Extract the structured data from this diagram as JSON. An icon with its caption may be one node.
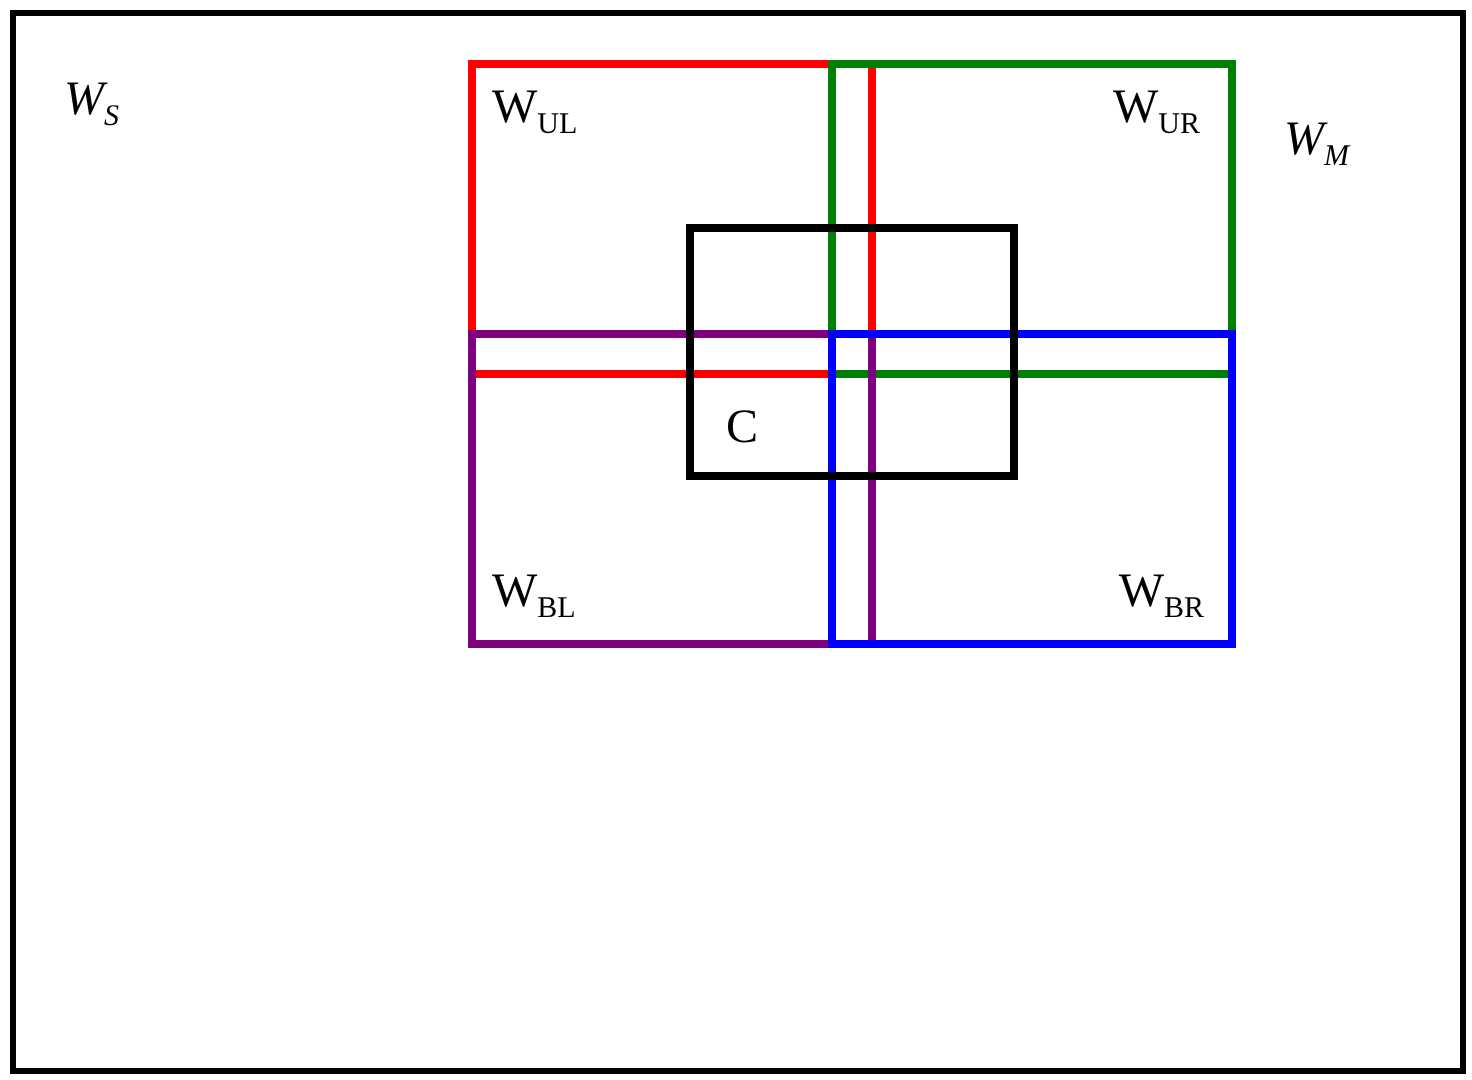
{
  "diagram": {
    "nodes": [
      {
        "text": [
          "W$_{S}$"
        ]
      },
      {
        "text": [
          "W$_{UL}$"
        ],
        "in": 0
      },
      {
        "text": [
          "W$_{UR}$"
        ],
        "in": 0
      },
      {
        "text": [
          "C"
        ],
        "in": 0
      },
      {
        "text": [
          "W$_{BL}$"
        ],
        "in": 0
      },
      {
        "text": [
          "W$_{BR}$"
        ],
        "in": 0
      }
    ],
    "labels": [
      "W$_{M}$"
    ]
  }
}
